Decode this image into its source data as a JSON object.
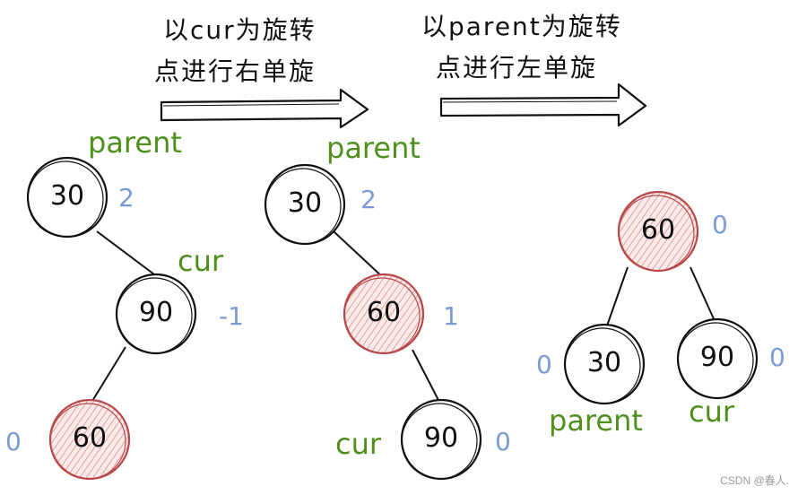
{
  "captions": {
    "step1_line1": "以cur为旋转",
    "step1_line2": "点进行右单旋",
    "step2_line1": "以parent为旋转",
    "step2_line2": "点进行左单旋"
  },
  "tree1": {
    "parent_label": "parent",
    "cur_label": "cur",
    "node_top": "30",
    "node_mid": "90",
    "node_bottom": "60",
    "bf_top": "2",
    "bf_mid": "-1",
    "bf_bottom": "0"
  },
  "tree2": {
    "parent_label": "parent",
    "cur_label": "cur",
    "node_top": "30",
    "node_mid": "60",
    "node_bottom": "90",
    "bf_top": "2",
    "bf_mid": "1",
    "bf_bottom": "0"
  },
  "tree3": {
    "parent_label": "parent",
    "cur_label": "cur",
    "node_root": "60",
    "node_left": "30",
    "node_right": "90",
    "bf_root": "0",
    "bf_left": "0",
    "bf_right": "0"
  },
  "colors": {
    "highlight_fill": "#f3c9c9",
    "highlight_stroke": "#b84848",
    "label_green": "#4f8f1c",
    "bf_blue": "#7b9bd6"
  },
  "watermark": "CSDN @春人."
}
